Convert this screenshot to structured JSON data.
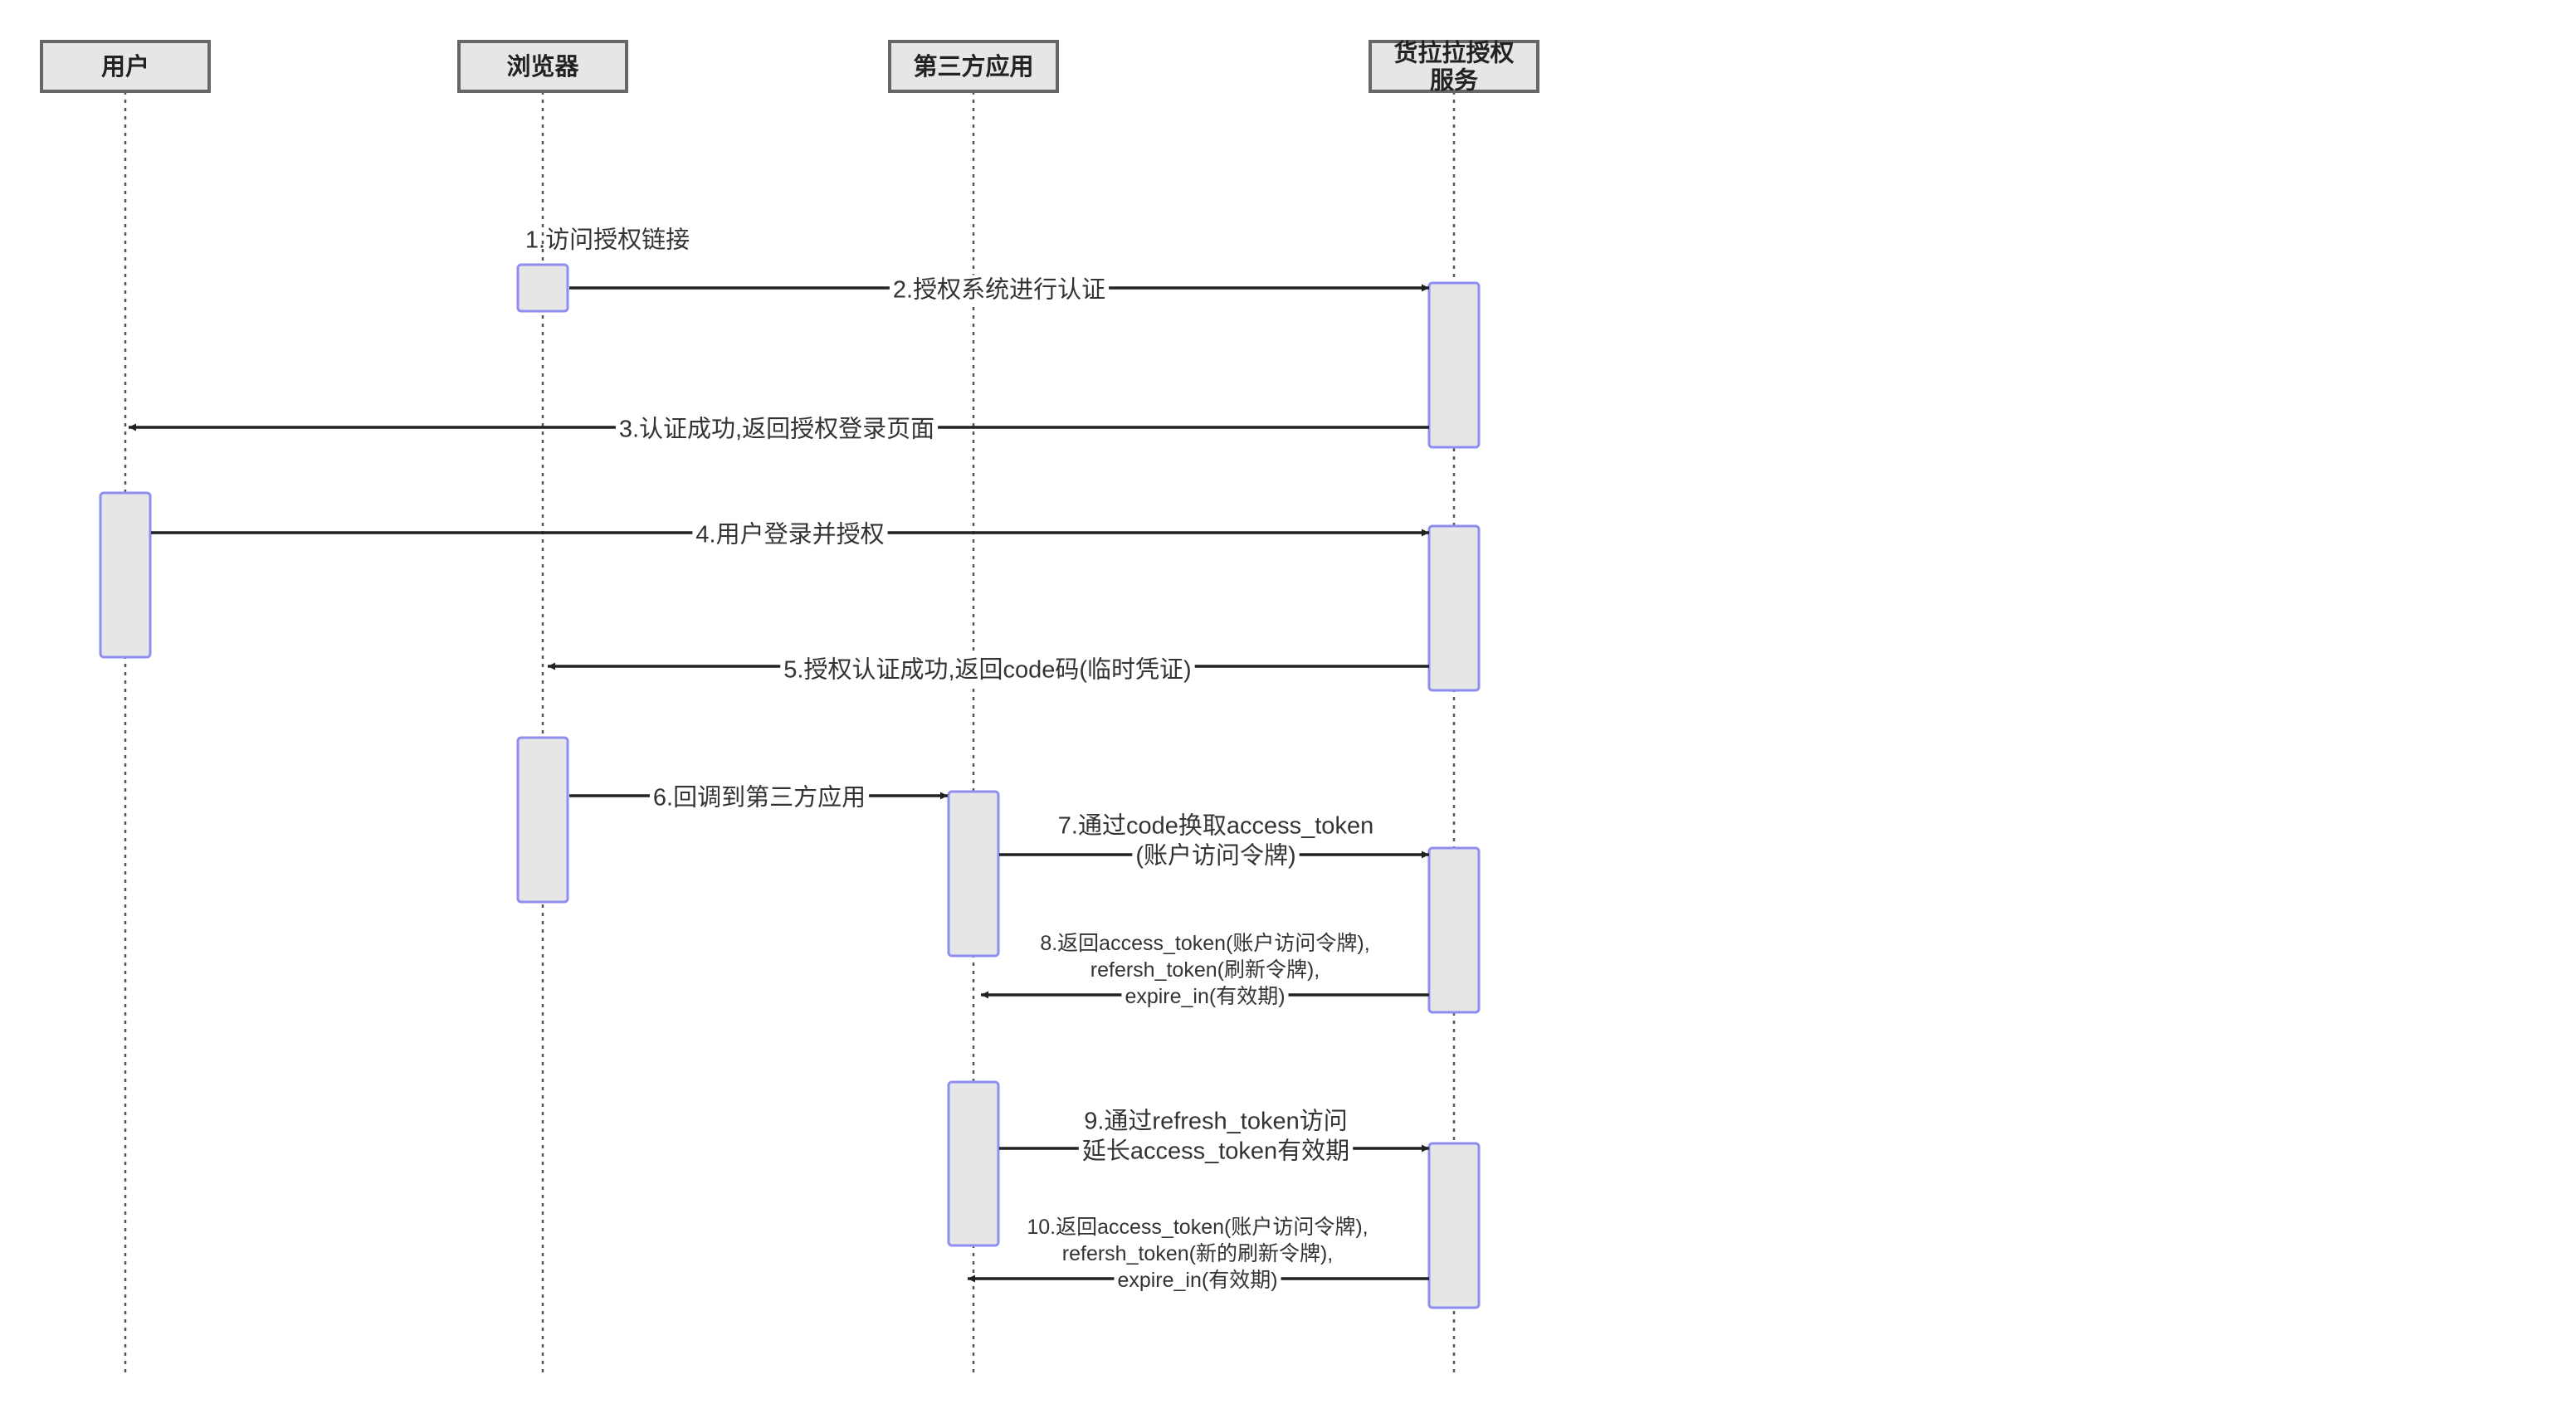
{
  "participants": [
    {
      "id": "user",
      "lines": [
        "用户"
      ]
    },
    {
      "id": "browser",
      "lines": [
        "浏览器"
      ]
    },
    {
      "id": "app",
      "lines": [
        "第三方应用"
      ]
    },
    {
      "id": "auth",
      "lines": [
        "货拉拉授权",
        "服务"
      ]
    }
  ],
  "messages": [
    {
      "n": 1,
      "lines": [
        "1.访问授权链接"
      ]
    },
    {
      "n": 2,
      "lines": [
        "2.授权系统进行认证"
      ]
    },
    {
      "n": 3,
      "lines": [
        "3.认证成功,返回授权登录页面"
      ]
    },
    {
      "n": 4,
      "lines": [
        "4.用户登录并授权"
      ]
    },
    {
      "n": 5,
      "lines": [
        "5.授权认证成功,返回code码(临时凭证)"
      ]
    },
    {
      "n": 6,
      "lines": [
        "6.回调到第三方应用"
      ]
    },
    {
      "n": 7,
      "lines": [
        "7.通过code换取access_token",
        "(账户访问令牌)"
      ]
    },
    {
      "n": 8,
      "lines": [
        "8.返回access_token(账户访问令牌),",
        "refersh_token(刷新令牌),",
        "expire_in(有效期)"
      ]
    },
    {
      "n": 9,
      "lines": [
        "9.通过refresh_token访问",
        "延长access_token有效期"
      ]
    },
    {
      "n": 10,
      "lines": [
        "10.返回access_token(账户访问令牌),",
        "refersh_token(新的刷新令牌),",
        "expire_in(有效期)"
      ]
    }
  ]
}
